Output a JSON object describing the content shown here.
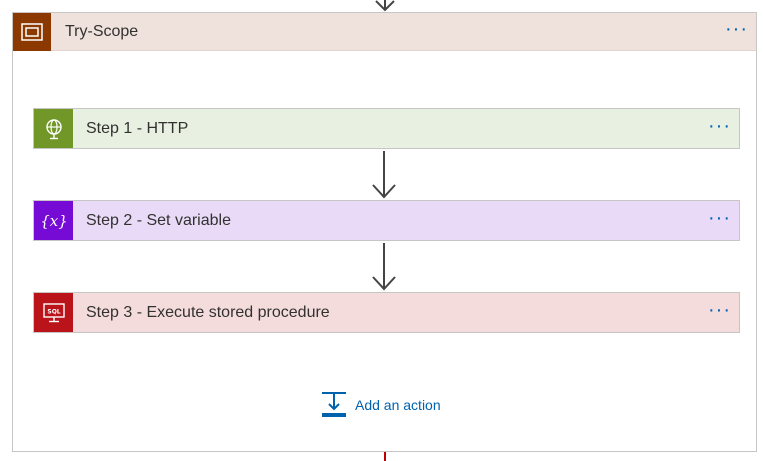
{
  "scope": {
    "title": "Try-Scope",
    "header_color": "#efe2dc",
    "icon": "scope-icon",
    "icon_color": "#8c3900",
    "more_label": "···"
  },
  "steps": [
    {
      "title": "Step 1 - HTTP",
      "icon": "globe-icon",
      "icon_color": "#709727",
      "card_color": "#e8f0e1",
      "more_label": "···"
    },
    {
      "title": "Step 2 - Set variable",
      "icon": "variable-icon",
      "icon_color": "#770bd6",
      "card_color": "#e9dbf7",
      "more_label": "···"
    },
    {
      "title": "Step 3 - Execute stored procedure",
      "icon": "sql-monitor-icon",
      "icon_color": "#ba141a",
      "card_color": "#f4dcdc",
      "more_label": "···"
    }
  ],
  "add_action": {
    "label": "Add an action",
    "icon": "add-action-icon",
    "color": "#0062ad"
  },
  "sql_icon_text": "SQL"
}
